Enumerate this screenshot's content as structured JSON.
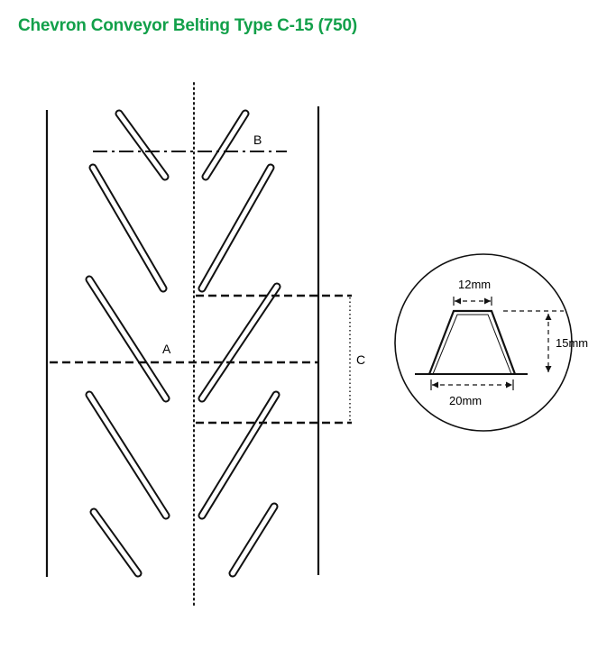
{
  "title": "Chevron Conveyor Belting Type C-15 (750)",
  "colors": {
    "title": "#12a04a",
    "line": "#111111"
  },
  "labels": {
    "a": "A",
    "b": "B",
    "c": "C"
  },
  "profile": {
    "top_width": "12mm",
    "height": "15mm",
    "base_width": "20mm"
  }
}
